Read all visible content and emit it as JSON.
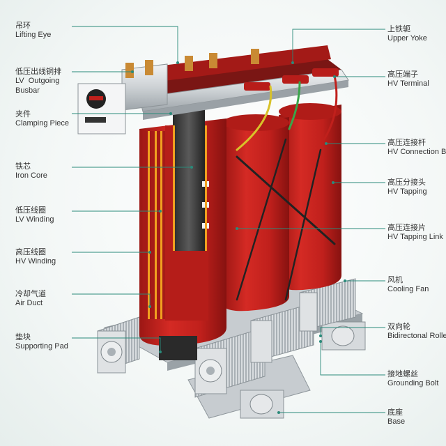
{
  "labels_left": [
    {
      "id": "lifting-eye",
      "cn": "吊环",
      "en": "Lifting Eye"
    },
    {
      "id": "lv-outgoing-busbar",
      "cn": "低压出线铜排",
      "en": "LV  Outgoing",
      "en2": "Busbar"
    },
    {
      "id": "clamping-piece",
      "cn": "夹件",
      "en": "Clamping Piece"
    },
    {
      "id": "iron-core",
      "cn": "铁芯",
      "en": "Iron Core"
    },
    {
      "id": "lv-winding",
      "cn": "低压线圈",
      "en": "LV Winding"
    },
    {
      "id": "hv-winding",
      "cn": "高压线圈",
      "en": "HV Winding"
    },
    {
      "id": "air-duct",
      "cn": "冷却气道",
      "en": "Air Duct"
    },
    {
      "id": "supporting-pad",
      "cn": "垫块",
      "en": "Supporting Pad"
    }
  ],
  "labels_right": [
    {
      "id": "upper-yoke",
      "cn": "上铁轭",
      "en": "Upper Yoke"
    },
    {
      "id": "hv-terminal",
      "cn": "高压端子",
      "en": "HV Terminal"
    },
    {
      "id": "hv-connection-bar",
      "cn": "高压连接杆",
      "en": "HV Connection B"
    },
    {
      "id": "hv-tapping",
      "cn": "高压分接头",
      "en": "HV Tapping"
    },
    {
      "id": "hv-tapping-link",
      "cn": "高压连接片",
      "en": "HV Tapping Link"
    },
    {
      "id": "cooling-fan",
      "cn": "风机",
      "en": "Cooling Fan"
    },
    {
      "id": "bidirectional-roller",
      "cn": "双向轮",
      "en": "Bidirectonal Rolle"
    },
    {
      "id": "grounding-bolt",
      "cn": "接地螺丝",
      "en": "Grounding Bolt"
    },
    {
      "id": "base",
      "cn": "底座",
      "en": "Base"
    }
  ],
  "colors": {
    "coil_red": "#c8221e",
    "coil_dark": "#8e1512",
    "frame_silver": "#cfd3d6",
    "leader_line": "#2a8a7a",
    "insulator_red": "#b81d1a",
    "wire_yellow": "#d8c22a",
    "wire_green": "#3aa54a",
    "winding_orange": "#f0a020"
  }
}
